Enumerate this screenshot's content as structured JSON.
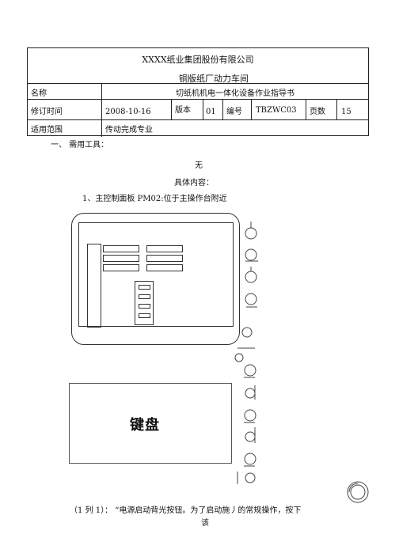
{
  "header": {
    "company": "XXXX纸业集团股份有限公司",
    "department": "铜版纸厂动力车间",
    "name_label": "名称",
    "name_value": "切纸机机电一体化设备作业指导书",
    "rev_label": "修订时间",
    "rev_value": "2008-10-16",
    "version_label": "版本",
    "version_value": "01",
    "code_label": "编号",
    "code_value": "TBZWC03",
    "pages_label": "页数",
    "pages_value": "15",
    "scope_label": "适用范围",
    "scope_value": "传动完成专业"
  },
  "body": {
    "section1": "一、  需用工具：",
    "none": "无",
    "content_title": "具体内容：",
    "item1": "1、主控制面板 PM02:位于主操作台附近",
    "keyboard_label": "键盘",
    "note_line1": "（1 列 1）：  “电源启动背光按钮。为了启动施丿的常规操作，按下",
    "note_line2": "该"
  }
}
